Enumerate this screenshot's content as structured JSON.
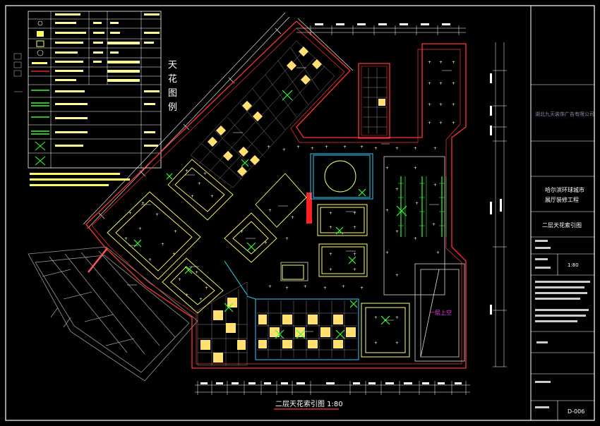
{
  "legend": {
    "title_chars": [
      "天",
      "花",
      "图",
      "例"
    ]
  },
  "drawing": {
    "caption": "二层天花索引图 1:80",
    "room_label": "一层上空"
  },
  "title_block": {
    "company": "湖北九天装饰广告有限公司",
    "project_line1": "哈尔滨环球城市",
    "project_line2": "展厅装修工程",
    "sheet_title": "二层天花索引图",
    "scale": "1:80",
    "sheet_no": "D-006"
  },
  "colors": {
    "wall": "#ff3333",
    "ceiling": "#ffff66",
    "lights": "#ffffcc",
    "fixtures": "#33ff33",
    "accent": "#33ccff",
    "frame": "#ffffff",
    "annotation": "#ff33ff"
  }
}
